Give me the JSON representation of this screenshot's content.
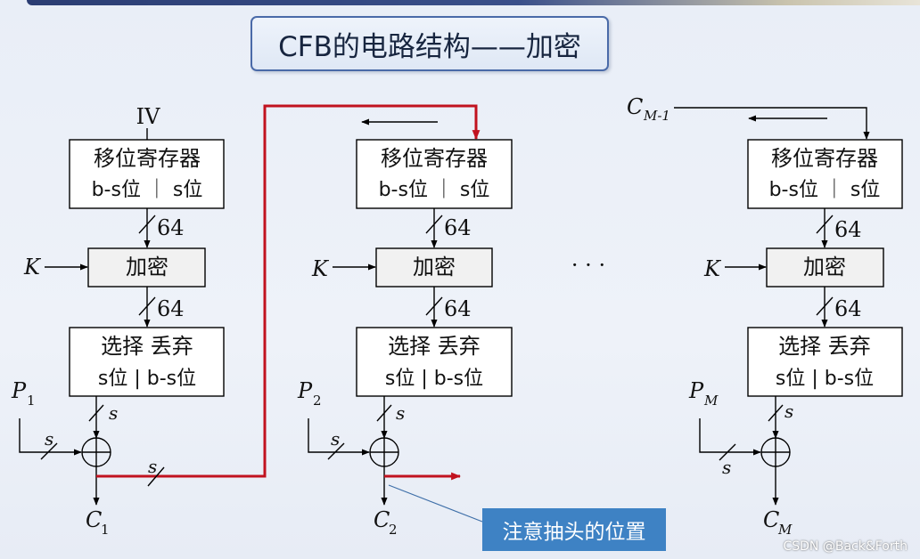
{
  "title": "CFB的电路结构——加密",
  "iv_label": "IV",
  "shift_register": {
    "line1": "移位寄存器",
    "line2": "b-s位 ｜ s位"
  },
  "encrypt_label": "加密",
  "select_discard": {
    "line1": "选择  丢弃",
    "line2": "s位 | b-s位"
  },
  "bits_64": "64",
  "s_label": "s",
  "key_label": "K",
  "ellipsis": "· · ·",
  "stage1": {
    "plain": "P",
    "plain_sub": "1",
    "cipher": "C",
    "cipher_sub": "1"
  },
  "stage2": {
    "plain": "P",
    "plain_sub": "2",
    "cipher": "C",
    "cipher_sub": "2"
  },
  "stageM": {
    "plain": "P",
    "plain_sub": "M",
    "cipher": "C",
    "cipher_sub": "M",
    "feedback": "C",
    "feedback_sub": "M-1"
  },
  "callout": "注意抽头的位置",
  "watermark": "CSDN @Back&Forth",
  "colors": {
    "feedback_line": "#c1121f",
    "callout_bg": "#3e82c4",
    "title_border": "#4a6aa8"
  }
}
